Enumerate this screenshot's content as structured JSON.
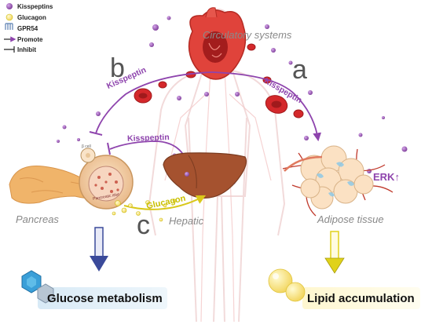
{
  "legend": {
    "items": [
      {
        "label": "Kisspeptins",
        "icon": "kisspeptin-dot-icon",
        "color": "#9b59b6"
      },
      {
        "label": "Glucagon",
        "icon": "glucagon-dot-icon",
        "color": "#e8e021"
      },
      {
        "label": "GPR54",
        "icon": "receptor-icon",
        "color": "#5a7fb0"
      },
      {
        "label": "Promote",
        "icon": "arrow-right-icon",
        "color": "#222222"
      },
      {
        "label": "Inhibit",
        "icon": "inhibit-line-icon",
        "color": "#222222"
      }
    ]
  },
  "header": {
    "circulatory_label": "Circulatory systems"
  },
  "pathways": {
    "a": {
      "letter": "a",
      "signal": "Kisspeptin"
    },
    "b": {
      "letter": "b",
      "signal": "Kisspeptin"
    },
    "c": {
      "letter": "c",
      "signal": "Kisspeptin",
      "hormone": "Glucagon"
    }
  },
  "organs": {
    "pancreas": "Pancreas",
    "hepatic": "Hepatic",
    "adipose": "Adipose tissue",
    "beta_cell": "β cell",
    "islet": "Pancreatic islet"
  },
  "markers": {
    "erk": "ERK↑"
  },
  "outcomes": {
    "glucose": "Glucose metabolism",
    "lipid": "Lipid accumulation"
  },
  "colors": {
    "pathway_purple": "#8e44ad",
    "glucagon_yellow": "#d9d91a",
    "blood_red": "#d4282b",
    "arrow_blue": "#3a4a9a",
    "arrow_yellow": "#e0d21a"
  }
}
